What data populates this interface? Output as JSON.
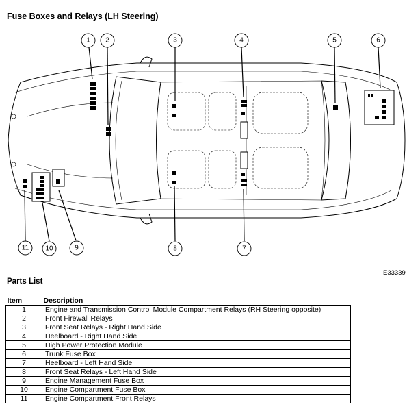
{
  "title": "Fuse Boxes and Relays (LH Steering)",
  "figure_ref": "E33339",
  "callouts": [
    "1",
    "2",
    "3",
    "4",
    "5",
    "6",
    "7",
    "8",
    "9",
    "10",
    "11"
  ],
  "parts_list": {
    "heading": "Parts List",
    "headers": {
      "item": "Item",
      "description": "Description"
    },
    "rows": [
      {
        "item": "1",
        "description": "Engine and Transmission Control Module Compartment Relays (RH Steering opposite)"
      },
      {
        "item": "2",
        "description": "Front Firewall Relays"
      },
      {
        "item": "3",
        "description": "Front Seat Relays - Right Hand Side"
      },
      {
        "item": "4",
        "description": "Heelboard - Right Hand Side"
      },
      {
        "item": "5",
        "description": "High Power Protection Module"
      },
      {
        "item": "6",
        "description": "Trunk Fuse Box"
      },
      {
        "item": "7",
        "description": "Heelboard - Left Hand Side"
      },
      {
        "item": "8",
        "description": "Front Seat Relays - Left Hand Side"
      },
      {
        "item": "9",
        "description": "Engine Management Fuse Box"
      },
      {
        "item": "10",
        "description": "Engine Compartment Fuse Box"
      },
      {
        "item": "11",
        "description": "Engine Compartment Front Relays"
      }
    ]
  }
}
